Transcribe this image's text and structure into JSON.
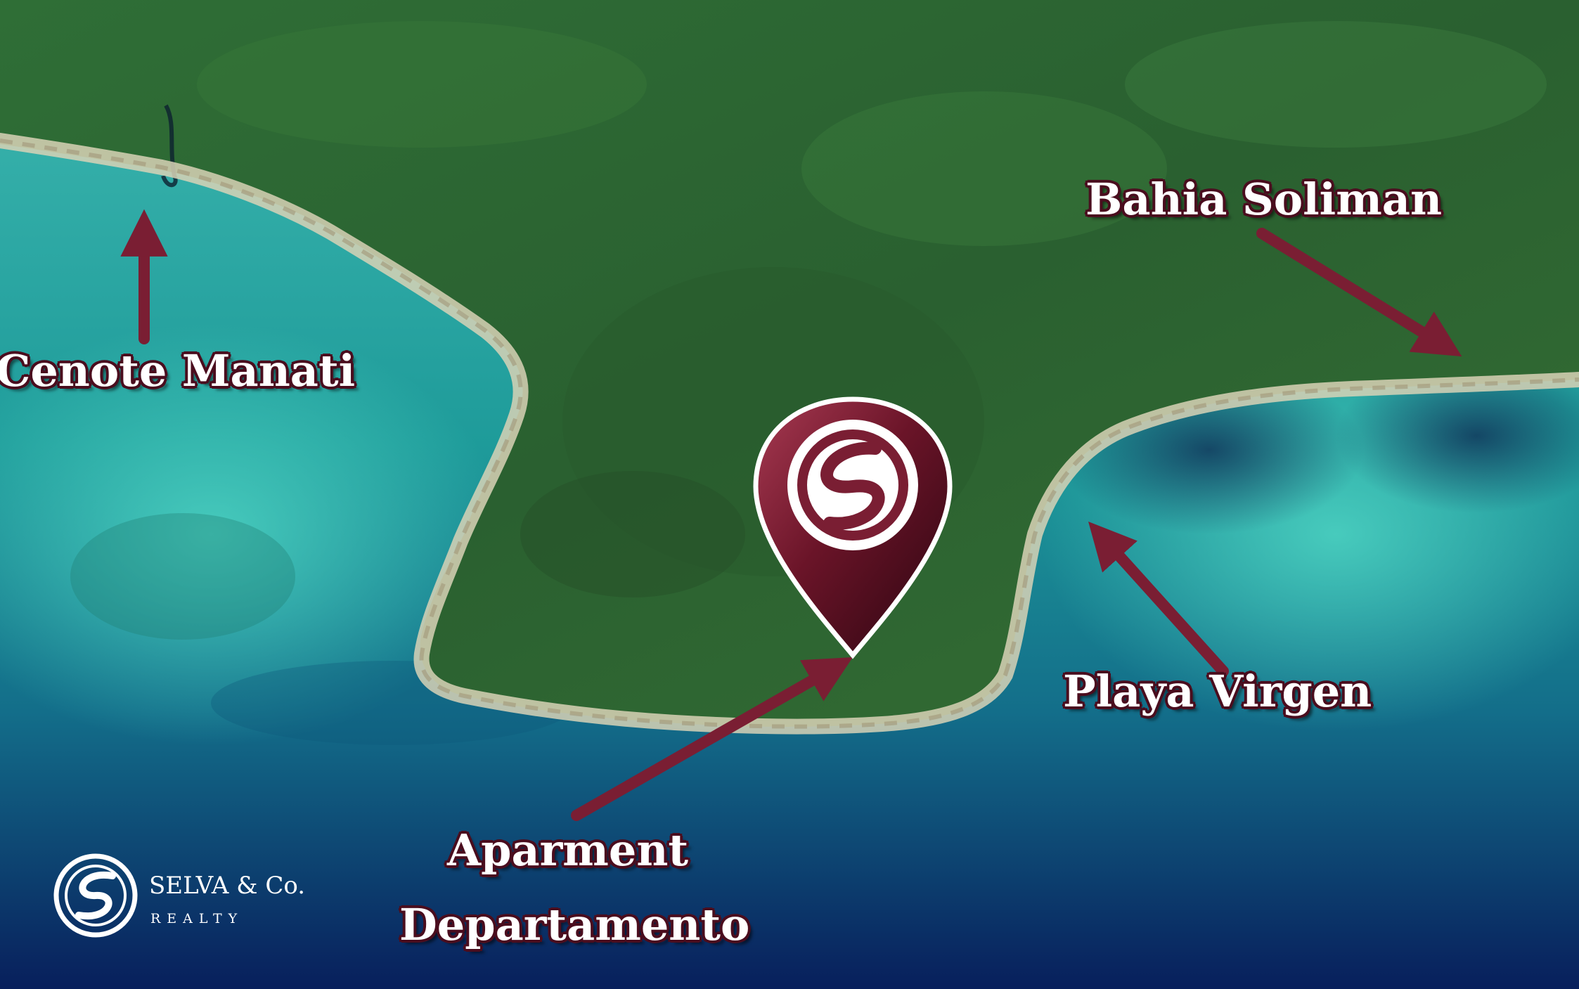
{
  "map": {
    "type": "satellite",
    "colors": {
      "accent": "#7a1e33",
      "pin_dark": "#3a0712",
      "forest": "#2f6b33",
      "lagoon": "#27b0a4",
      "deep_sea": "#0b2e6b"
    }
  },
  "labels": {
    "cenote": "Cenote Manati",
    "bahia": "Bahia Soliman",
    "playa": "Playa Virgen",
    "apartment": "Aparment",
    "departamento": "Departamento"
  },
  "pin": {
    "icon": "map-pin-logo-icon"
  },
  "logo": {
    "name": "SELVA & Co.",
    "sub": "REALTY",
    "icon": "selva-logo-icon"
  }
}
